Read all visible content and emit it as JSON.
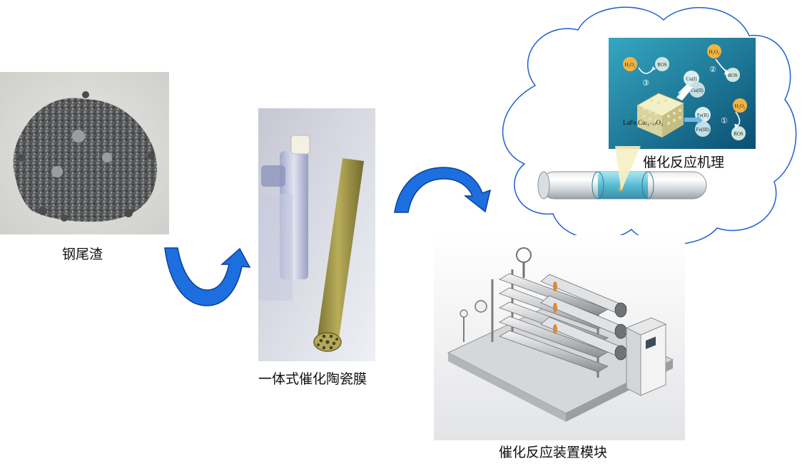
{
  "labels": {
    "slag": "钢尾渣",
    "membrane": "一体式催化陶瓷膜",
    "module": "催化反应装置模块",
    "mechanism": "催化反应机理"
  },
  "mechanism_inset": {
    "h2o2": "H₂O₂",
    "ros": "ROS",
    "catalyst": "LaFeₓCu₍₁₋ₓ₎O₃",
    "cu1": "Cu(I)",
    "cu2": "Cu(II)",
    "fe2": "Fe(II)",
    "fe3": "Fe(III)",
    "step1": "①",
    "step2": "②",
    "step3": "③"
  },
  "colors": {
    "arrow_fill": "#1d6fe0",
    "cloud_stroke": "#1f5fd6",
    "inset_bg": "#0f6f8e",
    "membrane_tube": "#a69a48"
  }
}
